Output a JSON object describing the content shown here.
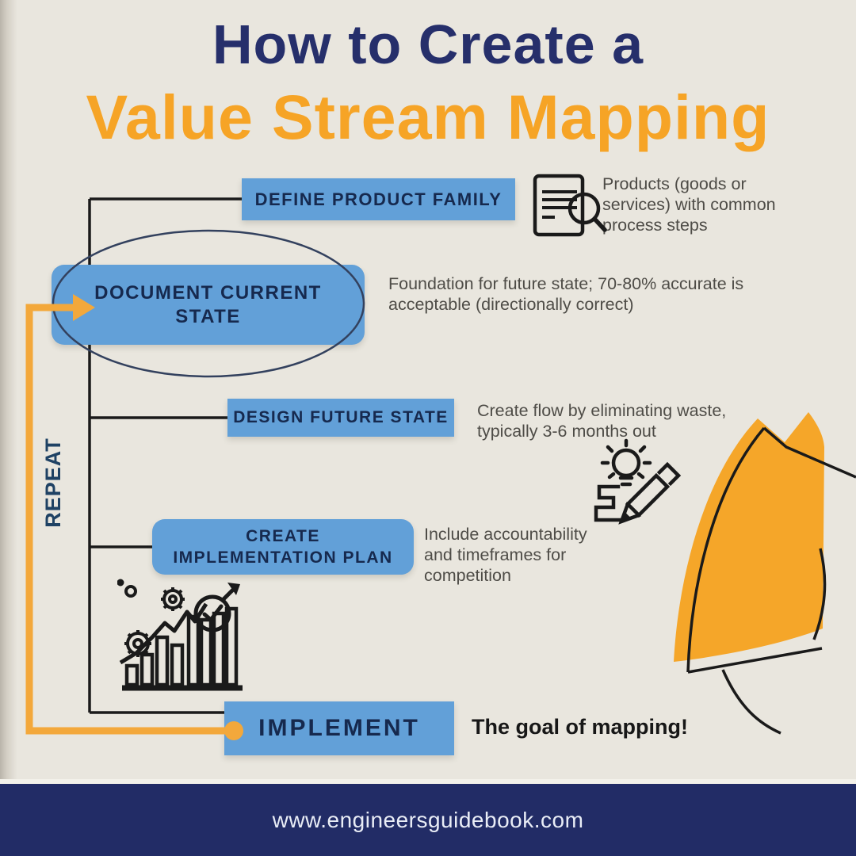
{
  "title": {
    "line1": "How to Create a",
    "line2": "Value Stream Mapping"
  },
  "flow": {
    "repeat_label": "REPEAT",
    "steps": [
      {
        "label": "DEFINE PRODUCT FAMILY",
        "description": "Products (goods or\nservices) with common\nprocess steps",
        "icon": "document-search-icon"
      },
      {
        "label": "DOCUMENT CURRENT STATE",
        "description": "Foundation for future state; 70-80% accurate is\nacceptable (directionally correct)",
        "icon": "ellipse-highlight"
      },
      {
        "label": "DESIGN FUTURE STATE",
        "description": "Create flow by eliminating waste,\ntypically 3-6 months out",
        "icon": "idea-sketch-icon"
      },
      {
        "label": "CREATE IMPLEMENTATION PLAN",
        "description": "Include accountability\nand timeframes for\ncompetition",
        "icon": "growth-chart-icon"
      },
      {
        "label": "IMPLEMENT",
        "description": "The goal of mapping!",
        "icon": "none"
      }
    ]
  },
  "footer": {
    "url": "www.engineersguidebook.com"
  },
  "colors": {
    "background": "#e9e6de",
    "box_blue": "#62a0d8",
    "title_navy": "#262f6b",
    "title_orange": "#f6a426",
    "arrow_orange": "#f3a83b",
    "line_black": "#1a1a1a",
    "footer_navy": "#222c66",
    "repeat_navy": "#1f4264"
  }
}
